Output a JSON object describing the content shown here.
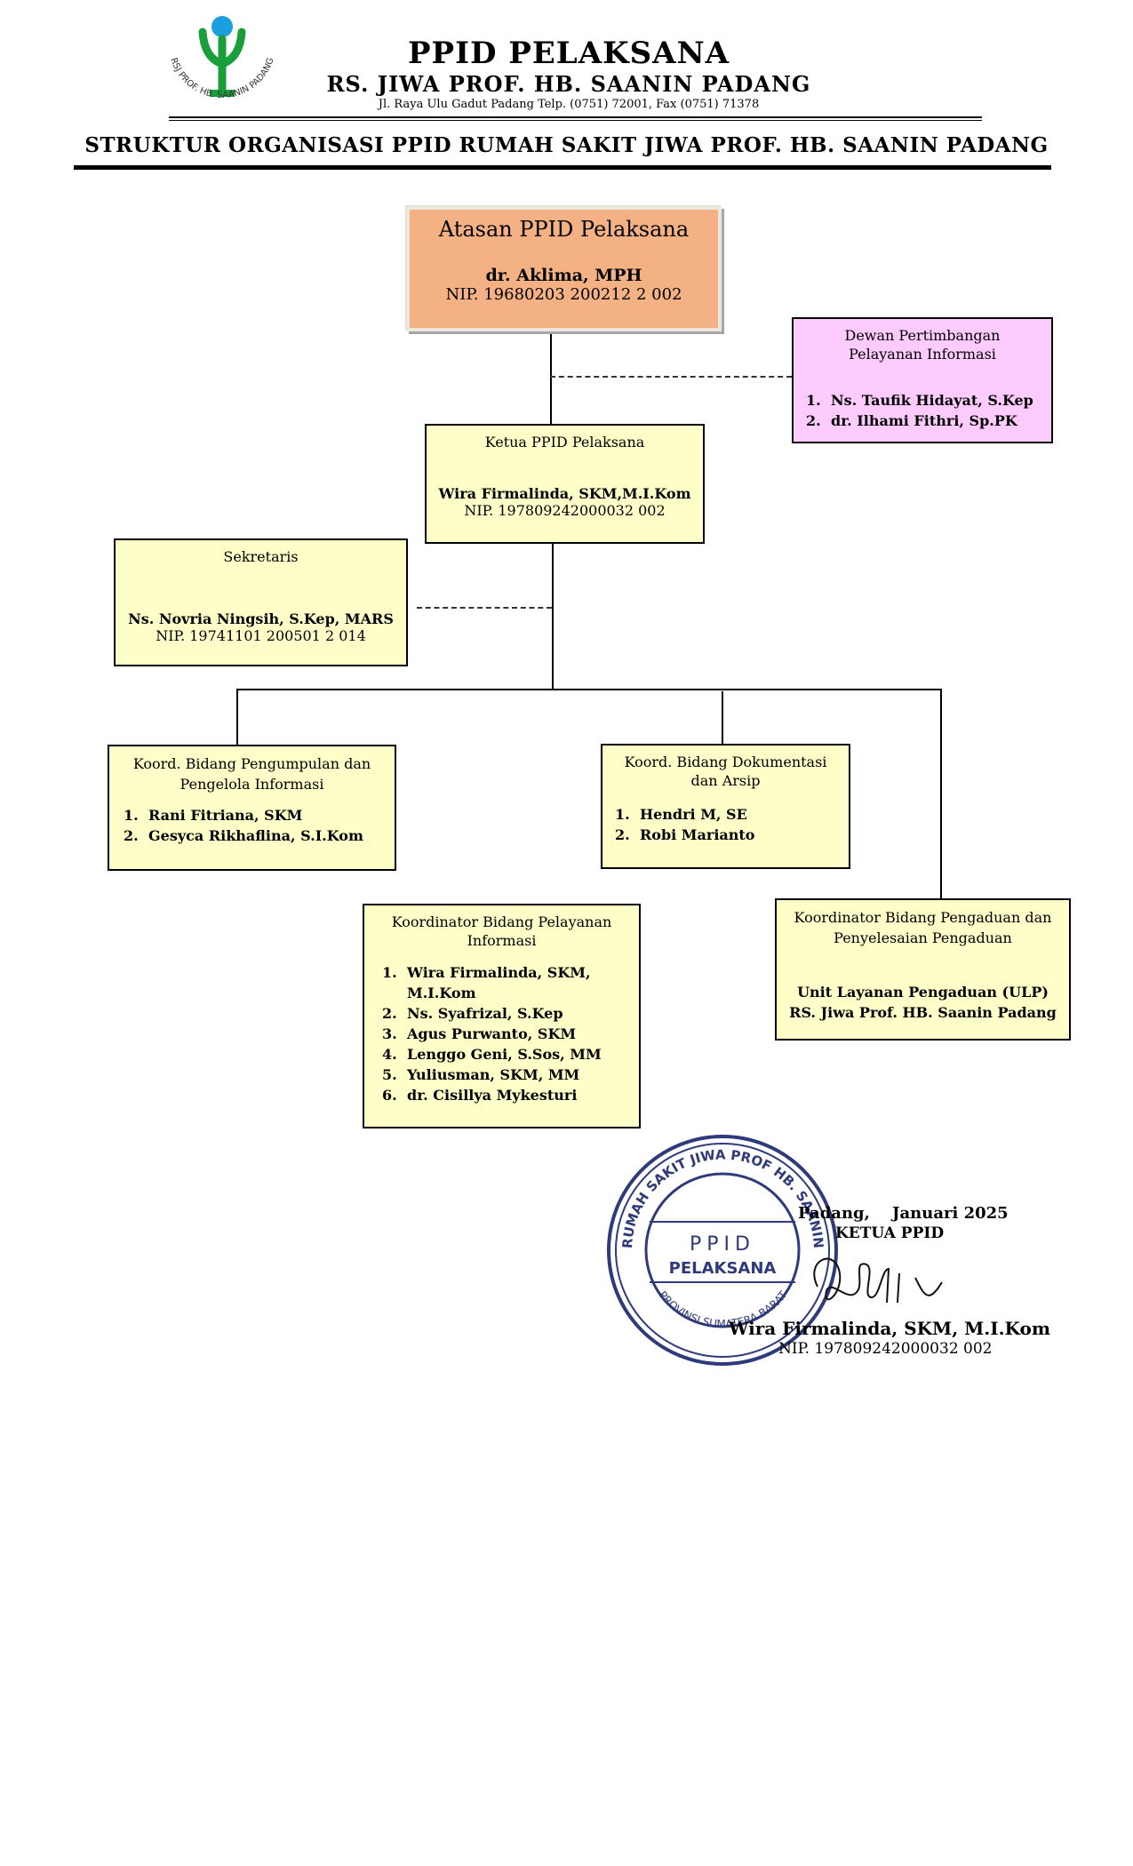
{
  "header": {
    "title": "PPID PELAKSANA",
    "subtitle": "RS. JIWA PROF. HB. SAANIN PADANG",
    "address": "Jl. Raya Ulu Gadut Padang Telp. (0751) 72001, Fax (0751) 71378",
    "logo_text": "RSJ PROF. HB. SAANIN PADANG"
  },
  "document_title": "STRUKTUR ORGANISASI PPID RUMAH SAKIT JIWA PROF. HB. SAANIN  PADANG",
  "org": {
    "atasan": {
      "title": "Atasan PPID Pelaksana",
      "name": "dr. Aklima, MPH",
      "nip": "NIP. 19680203 200212 2 002"
    },
    "dewan": {
      "title_line1": "Dewan Pertimbangan",
      "title_line2": "Pelayanan Informasi",
      "members": [
        "Ns. Taufik Hidayat, S.Kep",
        "dr. Ilhami Fithri, Sp.PK"
      ]
    },
    "ketua": {
      "title": "Ketua PPID Pelaksana",
      "name": "Wira Firmalinda, SKM,M.I.Kom",
      "nip": "NIP. 197809242000032 002"
    },
    "sekretaris": {
      "title": "Sekretaris",
      "name": "Ns. Novria Ningsih, S.Kep, MARS",
      "nip": "NIP. 19741101 200501 2 014"
    },
    "koord_pengumpulan": {
      "title_line1": "Koord. Bidang Pengumpulan dan",
      "title_line2": "Pengelola Informasi",
      "members": [
        "Rani Fitriana, SKM",
        "Gesyca Rikhaflina, S.I.Kom"
      ]
    },
    "koord_dokumentasi": {
      "title_line1": "Koord. Bidang Dokumentasi",
      "title_line2": "dan Arsip",
      "members": [
        "Hendri M, SE",
        "Robi Marianto"
      ]
    },
    "koord_pelayanan": {
      "title_line1": "Koordinator Bidang Pelayanan",
      "title_line2": "Informasi",
      "members": [
        "Wira Firmalinda, SKM, M.I.Kom",
        "Ns. Syafrizal, S.Kep",
        "Agus Purwanto, SKM",
        "Lenggo Geni, S.Sos, MM",
        "Yuliusman, SKM, MM",
        "dr. Cisillya Mykesturi"
      ]
    },
    "koord_pengaduan": {
      "title_line1": "Koordinator Bidang Pengaduan dan",
      "title_line2": "Penyelesaian Pengaduan",
      "unit_line1": "Unit Layanan Pengaduan (ULP)",
      "unit_line2": "RS. Jiwa Prof. HB. Saanin Padang"
    }
  },
  "signature": {
    "date": "Padang,    Januari 2025",
    "role": "KETUA PPID",
    "name": "Wira Firmalinda, SKM, M.I.Kom",
    "nip": "NIP. 197809242000032 002",
    "stamp_outer": "RUMAH SAKIT JIWA PROF HB. SAANIN",
    "stamp_bottom": "PROVINSI SUMATERA BARAT",
    "stamp_line1": "PPID",
    "stamp_line2": "PELAKSANA"
  },
  "colors": {
    "atasan_fill": "#f4b183",
    "dewan_fill": "#fecbfe",
    "box_fill": "#fefec8",
    "stamp": "#2e3a7a",
    "logo_green": "#1a9e3a",
    "logo_blue": "#1aa0dc"
  }
}
